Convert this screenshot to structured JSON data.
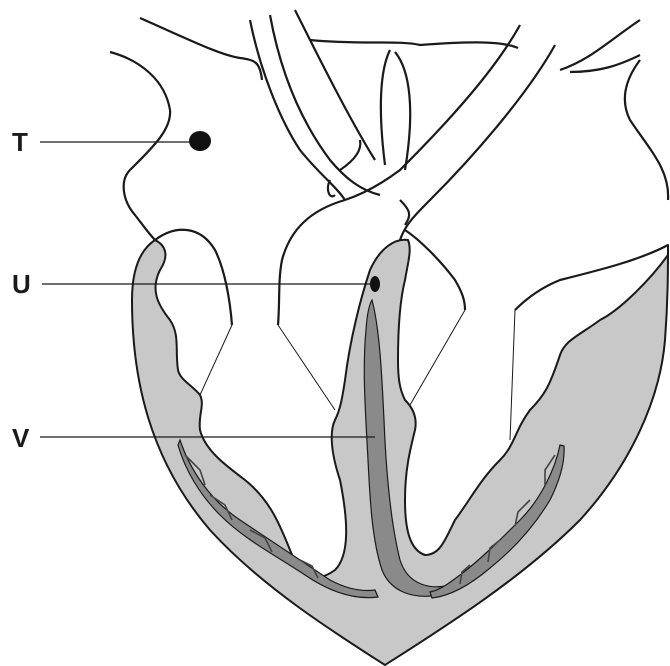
{
  "labels": {
    "t": "T",
    "u": "U",
    "v": "V"
  },
  "colors": {
    "tissue": "#c8c8c8",
    "septum": "#8a8a8a",
    "outline": "#1a1a1a",
    "background": "#ffffff"
  }
}
